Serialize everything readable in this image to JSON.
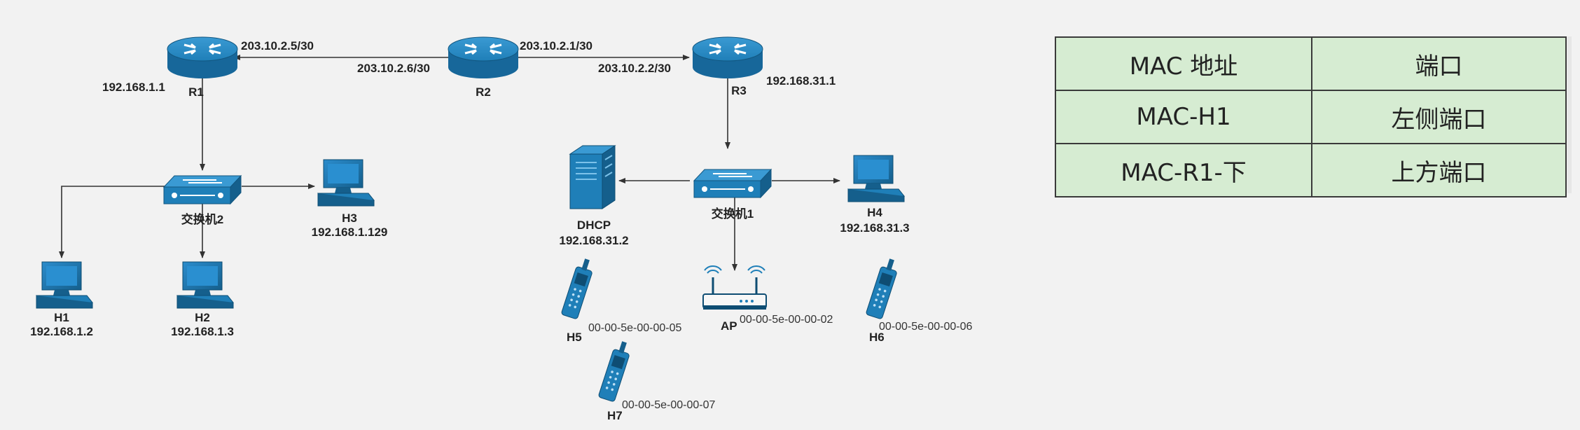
{
  "devices": {
    "r1": {
      "name": "R1",
      "ip": "192.168.1.1",
      "port_right": "203.10.2.5/30"
    },
    "r2": {
      "name": "R2",
      "port_left": "203.10.2.6/30",
      "port_right": "203.10.2.1/30"
    },
    "r3": {
      "name": "R3",
      "ip": "192.168.31.1",
      "port_left": "203.10.2.2/30"
    },
    "switch2": {
      "name": "交换机2"
    },
    "switch1": {
      "name": "交换机1"
    },
    "h1": {
      "name": "H1",
      "ip": "192.168.1.2"
    },
    "h2": {
      "name": "H2",
      "ip": "192.168.1.3"
    },
    "h3": {
      "name": "H3",
      "ip": "192.168.1.129"
    },
    "h4": {
      "name": "H4",
      "ip": "192.168.31.3"
    },
    "dhcp": {
      "name": "DHCP",
      "ip": "192.168.31.2"
    },
    "ap": {
      "name": "AP",
      "mac": "00-00-5e-00-00-02"
    },
    "h5": {
      "name": "H5",
      "mac": "00-00-5e-00-00-05"
    },
    "h6": {
      "name": "H6",
      "mac": "00-00-5e-00-00-06"
    },
    "h7": {
      "name": "H7",
      "mac": "00-00-5e-00-00-07"
    }
  },
  "mac_table": {
    "headers": [
      "MAC 地址",
      "端口"
    ],
    "rows": [
      [
        "MAC-H1",
        "左侧端口"
      ],
      [
        "MAC-R1-下",
        "上方端口"
      ]
    ]
  },
  "colors": {
    "device_blue": "#1f7fb8",
    "device_dark": "#155f8c",
    "table_bg": "#d6ecd2",
    "background": "#f2f2f2"
  }
}
